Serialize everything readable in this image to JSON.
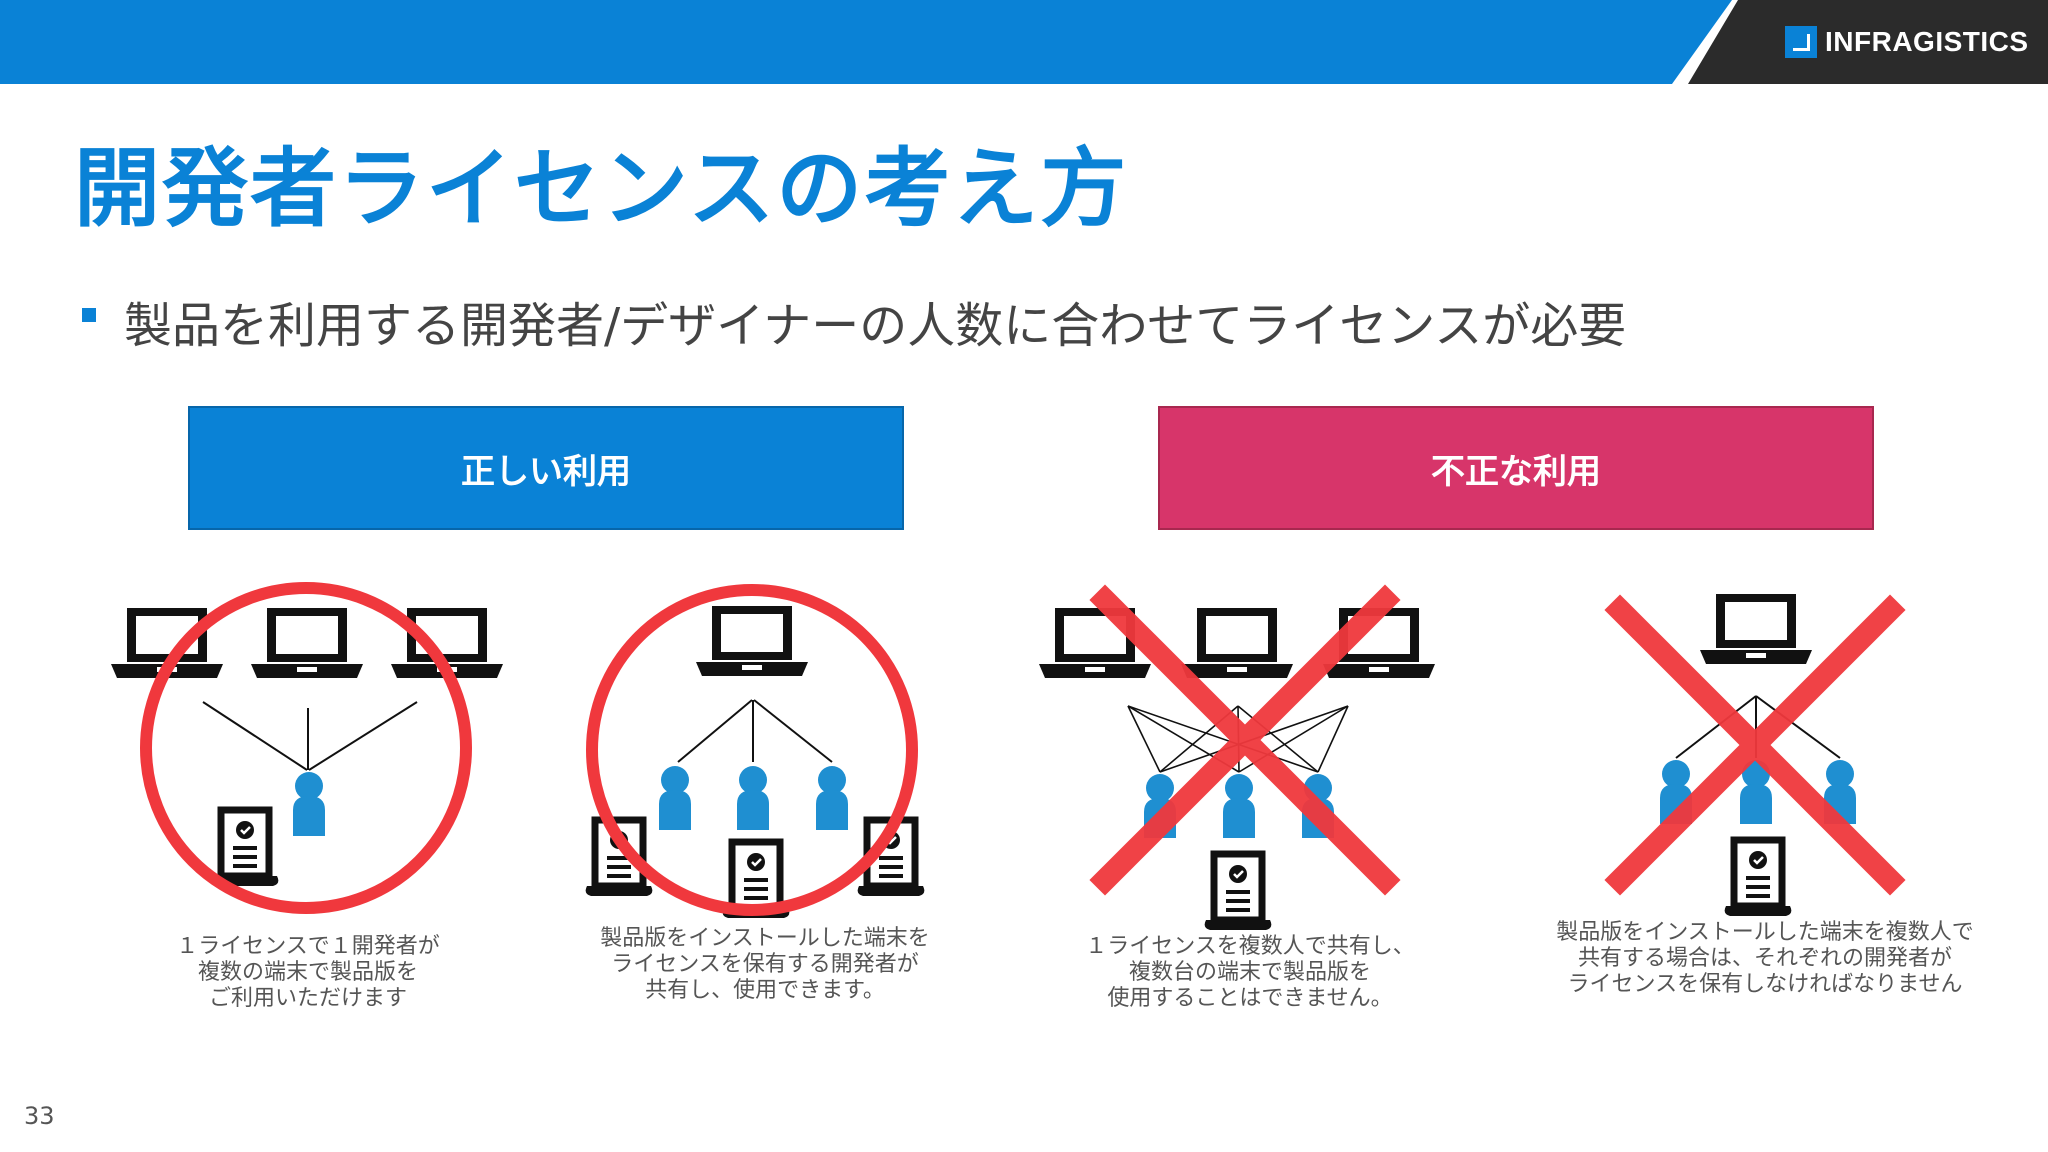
{
  "header": {
    "logo_text": "INFRAGISTICS",
    "brand_color": "#0a82d6",
    "logo_band_color": "#2b2b2b"
  },
  "title": "開発者ライセンスの考え方",
  "bullet": "製品を利用する開発者/デザイナーの人数に合わせてライセンスが必要",
  "headers": {
    "correct": "正しい利用",
    "incorrect": "不正な利用",
    "correct_color": "#0a82d6",
    "incorrect_color": "#d7356a"
  },
  "panels": [
    {
      "verdict": "ok",
      "symbol": "circle-icon",
      "caption": [
        "１ライセンスで１開発者が",
        "複数の端末で製品版を",
        "ご利用いただけます"
      ]
    },
    {
      "verdict": "ok",
      "symbol": "circle-icon",
      "caption": [
        "製品版をインストールした端末を",
        "ライセンスを保有する開発者が",
        "共有し、使用できます。"
      ]
    },
    {
      "verdict": "ng",
      "symbol": "cross-icon",
      "caption": [
        "１ライセンスを複数人で共有し、",
        "複数台の端末で製品版を",
        "使用することはできません。"
      ]
    },
    {
      "verdict": "ng",
      "symbol": "cross-icon",
      "caption": [
        "製品版をインストールした端末を複数人で",
        "共有する場合は、それぞれの開発者が",
        "ライセンスを保有しなければなりません"
      ]
    }
  ],
  "page_number": "33"
}
